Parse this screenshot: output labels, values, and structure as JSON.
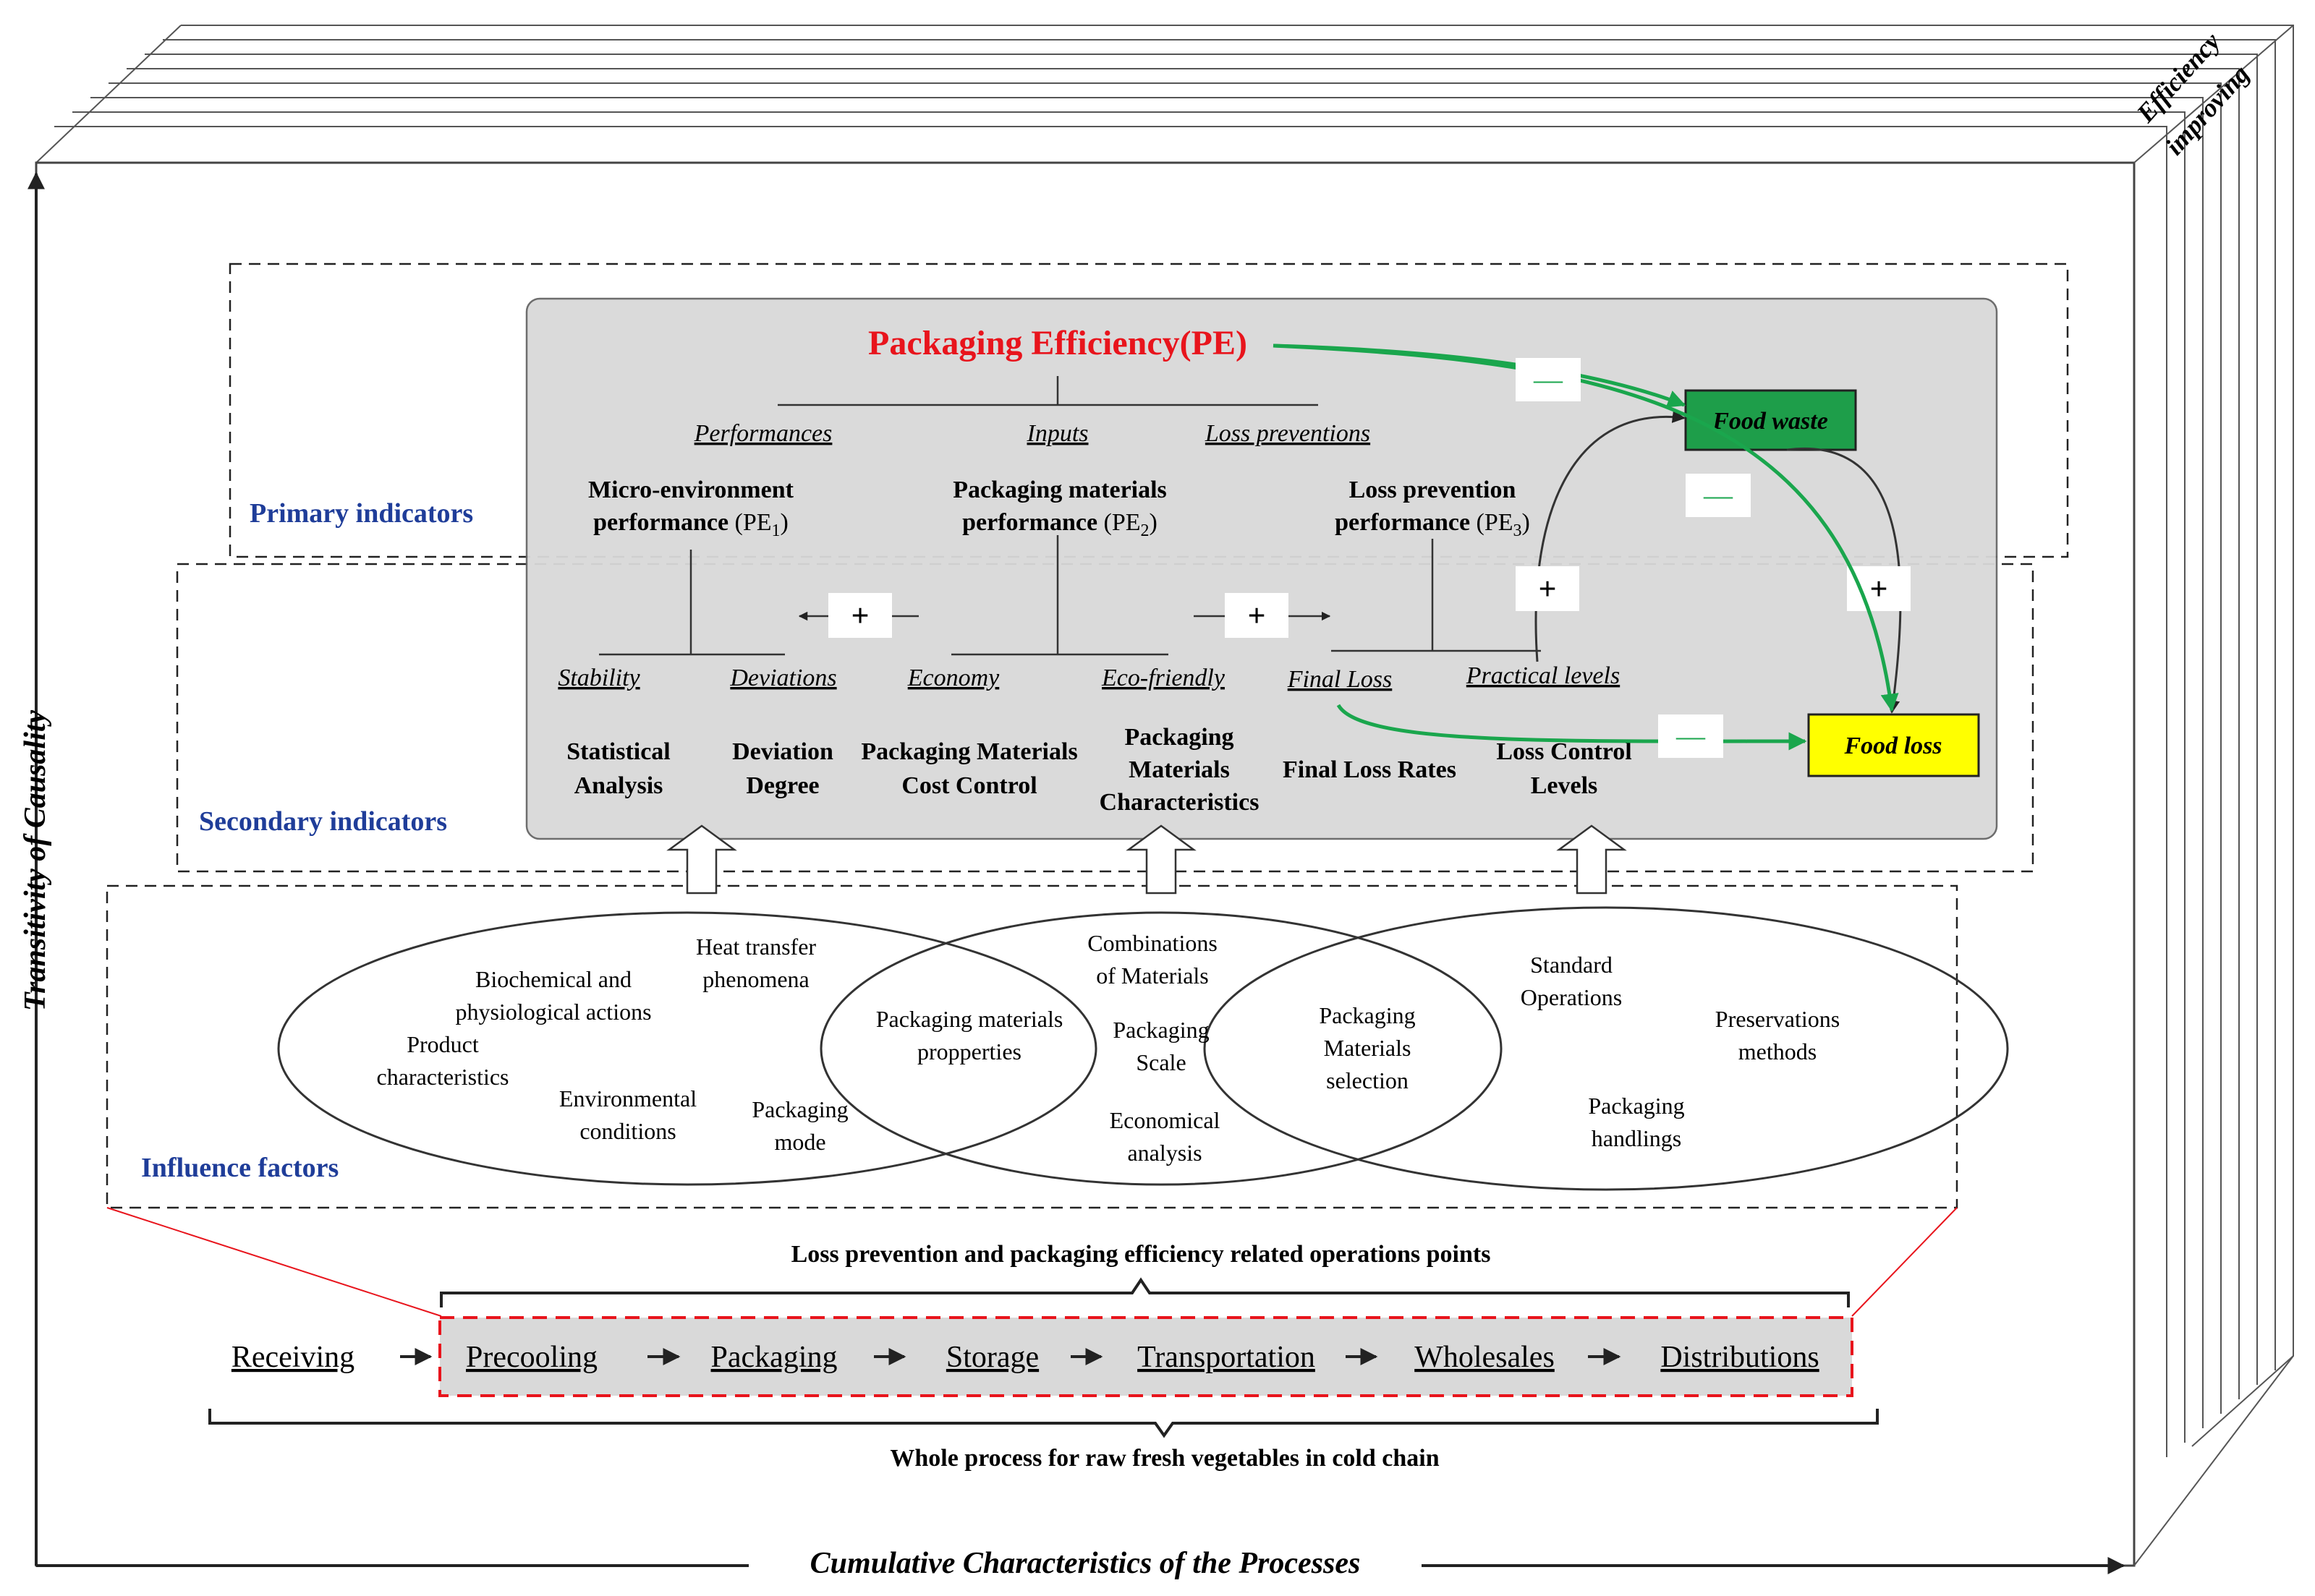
{
  "side_labels": {
    "vertical_axis": "Transitivity of Causality",
    "horizontal_axis": "Cumulative Characteristics of the Processes",
    "depth_line1": "Efficiency",
    "depth_line2": "improving"
  },
  "sections": {
    "primary": "Primary indicators",
    "secondary": "Secondary indicators",
    "influence": "Influence factors"
  },
  "pe": {
    "title": "Packaging Efficiency(PE)",
    "categories": [
      "Performances",
      "Inputs",
      "Loss preventions"
    ],
    "pe1_line1": "Micro-environment",
    "pe1_line2": "performance",
    "pe1_sym": "(PE",
    "pe1_sub": "1",
    "pe2_line1": "Packaging materials",
    "pe2_line2": "performance",
    "pe2_sym": "(PE",
    "pe2_sub": "2",
    "pe3_line1": "Loss prevention",
    "pe3_line2": "performance",
    "pe3_sym": "(PE",
    "pe3_sub": "3",
    "close": ")"
  },
  "sub_indicators": [
    "Stability",
    "Deviations",
    "Economy",
    "Eco-friendly",
    "Final Loss",
    "Practical levels"
  ],
  "secondary_items": {
    "statistical": [
      "Statistical",
      "Analysis"
    ],
    "deviation": [
      "Deviation",
      "Degree"
    ],
    "cost": [
      "Packaging Materials",
      "Cost Control"
    ],
    "characteristics": [
      "Packaging",
      "Materials",
      "Characteristics"
    ],
    "final_rates": "Final Loss Rates",
    "control": [
      "Loss Control",
      "Levels"
    ]
  },
  "outcomes": {
    "waste": "Food waste",
    "loss": "Food loss",
    "waste_color": "#1e9e4a",
    "loss_color": "#ffff00",
    "arrow_color": "#1aa64d"
  },
  "signs": {
    "plus": "+",
    "minus": "—"
  },
  "influence_factors": {
    "biochem": [
      "Biochemical and",
      "physiological actions"
    ],
    "heat": [
      "Heat transfer",
      "phenomena"
    ],
    "product": [
      "Product",
      "characteristics"
    ],
    "env": [
      "Environmental",
      "conditions"
    ],
    "mode": [
      "Packaging",
      "mode"
    ],
    "properties": [
      "Packaging materials",
      "propperties"
    ],
    "combinations": [
      "Combinations",
      "of Materials"
    ],
    "scale": [
      "Packaging",
      "Scale"
    ],
    "economical": [
      "Economical",
      "analysis"
    ],
    "selection": [
      "Packaging",
      "Materials",
      "selection"
    ],
    "standard": [
      "Standard",
      "Operations"
    ],
    "preservation": [
      "Preservations",
      "methods"
    ],
    "handlings": [
      "Packaging",
      "handlings"
    ]
  },
  "operations": {
    "top_label": "Loss prevention and packaging efficiency related operations points",
    "bottom_label": "Whole process for raw fresh vegetables in cold chain",
    "steps": [
      "Receiving",
      "Precooling",
      "Packaging",
      "Storage",
      "Transportation",
      "Wholesales",
      "Distributions"
    ]
  },
  "colors": {
    "title_red": "#e8141c",
    "section_blue": "#1f3d99",
    "gray_panel": "#d9d9d9"
  }
}
